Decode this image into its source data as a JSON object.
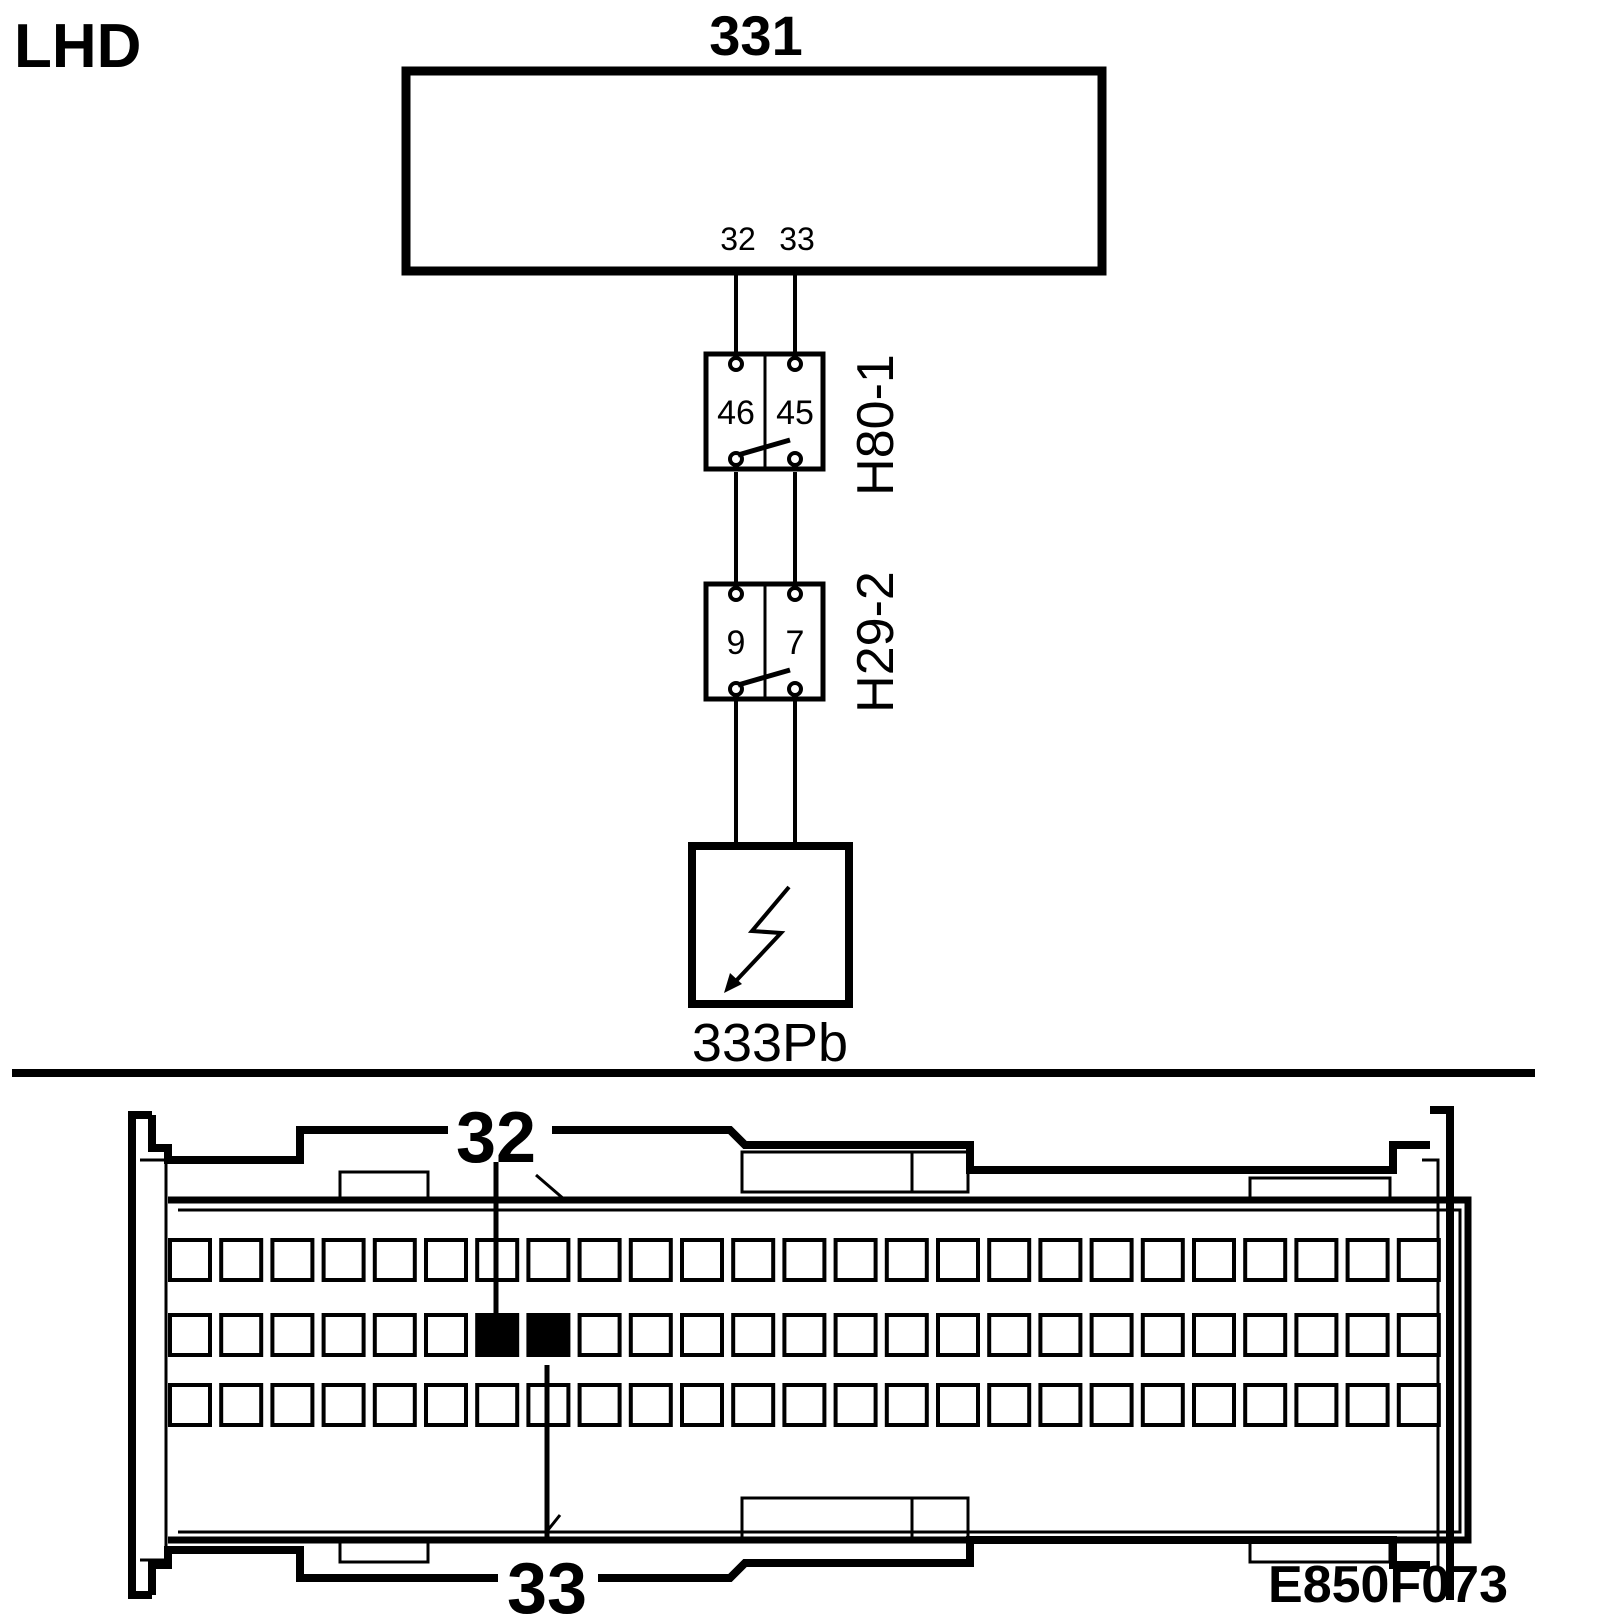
{
  "drive_side": "LHD",
  "module": {
    "id": "331",
    "pins": [
      "32",
      "33"
    ]
  },
  "connectors": [
    {
      "id": "H80-1",
      "pins": [
        "46",
        "45"
      ]
    },
    {
      "id": "H29-2",
      "pins": [
        "9",
        "7"
      ]
    }
  ],
  "ground": {
    "id": "333Pb"
  },
  "connector_view": {
    "pin_top": "32",
    "pin_bottom": "33",
    "rows": 3,
    "columns": 25,
    "highlighted": [
      {
        "row": 2,
        "col": 7
      },
      {
        "row": 2,
        "col": 8
      }
    ]
  },
  "figure_code": "E850F073"
}
